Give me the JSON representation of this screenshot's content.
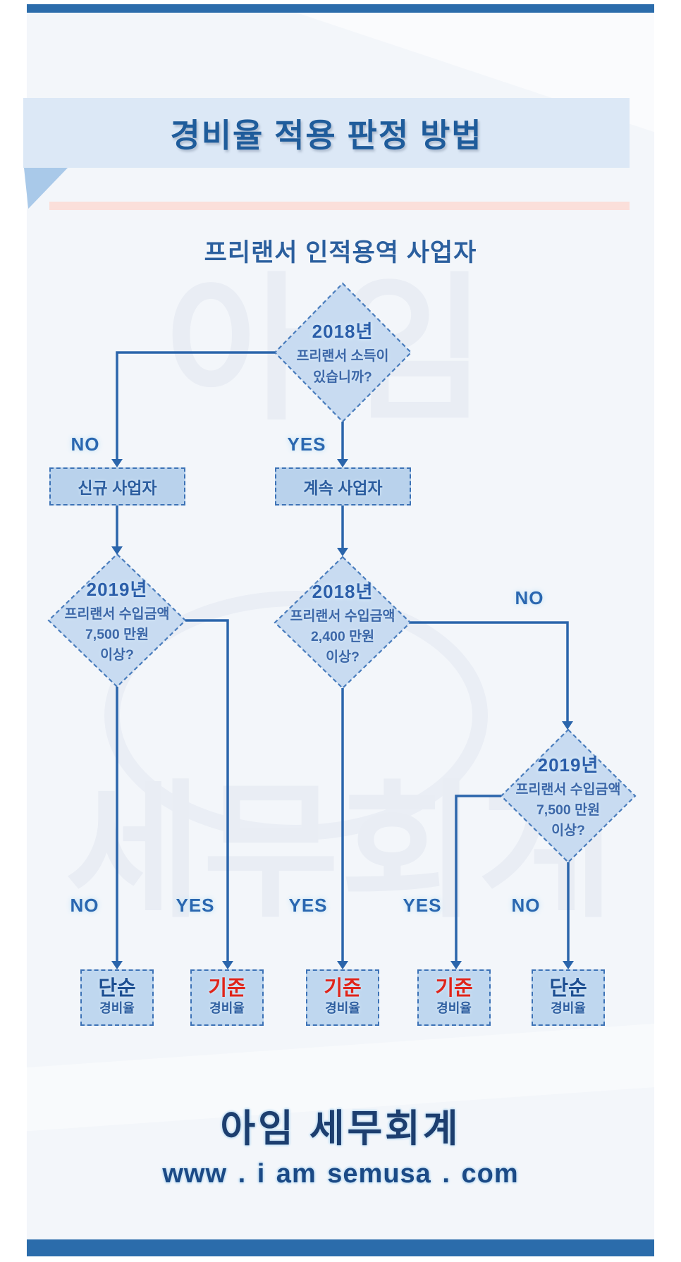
{
  "page": {
    "title": "경비율 적용 판정 방법",
    "subtitle": "프리랜서 인적용역 사업자",
    "watermarks": {
      "top": "아임",
      "bottom": "세무회계"
    },
    "footer": {
      "brand": "아임 세무회계",
      "website": "www . i am semusa . com"
    }
  },
  "colors": {
    "accent_bar": "#2b6cab",
    "connector_line": "#2b65ab",
    "diamond_fill": "#c8dbf1",
    "box_fill": "#b9d2ec",
    "dashed_border": "#3c72b6",
    "banner_fill": "#dce8f6",
    "underline_pink": "#fbdfda",
    "title_navy": "#1f5c9b",
    "result_red": "#e0241a",
    "result_blue": "#1d4f92"
  },
  "flowchart": {
    "decisions": [
      {
        "id": "q-2018-income-exists",
        "lines": [
          "2018년",
          "프리랜서 소득이",
          "있습니까?"
        ]
      },
      {
        "id": "q-new-2019-revenue",
        "lines": [
          "2019년",
          "프리랜서 수입금액",
          "7,500 만원",
          "이상?"
        ]
      },
      {
        "id": "q-cont-2018-revenue",
        "lines": [
          "2018년",
          "프리랜서 수입금액",
          "2,400 만원",
          "이상?"
        ]
      },
      {
        "id": "q-cont-2019-revenue",
        "lines": [
          "2019년",
          "프리랜서 수입금액",
          "7,500 만원",
          "이상?"
        ]
      }
    ],
    "processes": [
      {
        "id": "new-business",
        "label": "신규 사업자"
      },
      {
        "id": "continuing-business",
        "label": "계속 사업자"
      }
    ],
    "labels": {
      "yes": "YES",
      "no": "NO"
    },
    "results": [
      {
        "title": "단순",
        "subtitle": "경비율",
        "color": "blue"
      },
      {
        "title": "기준",
        "subtitle": "경비율",
        "color": "red"
      },
      {
        "title": "기준",
        "subtitle": "경비율",
        "color": "red"
      },
      {
        "title": "기준",
        "subtitle": "경비율",
        "color": "red"
      },
      {
        "title": "단순",
        "subtitle": "경비율",
        "color": "blue"
      }
    ]
  }
}
